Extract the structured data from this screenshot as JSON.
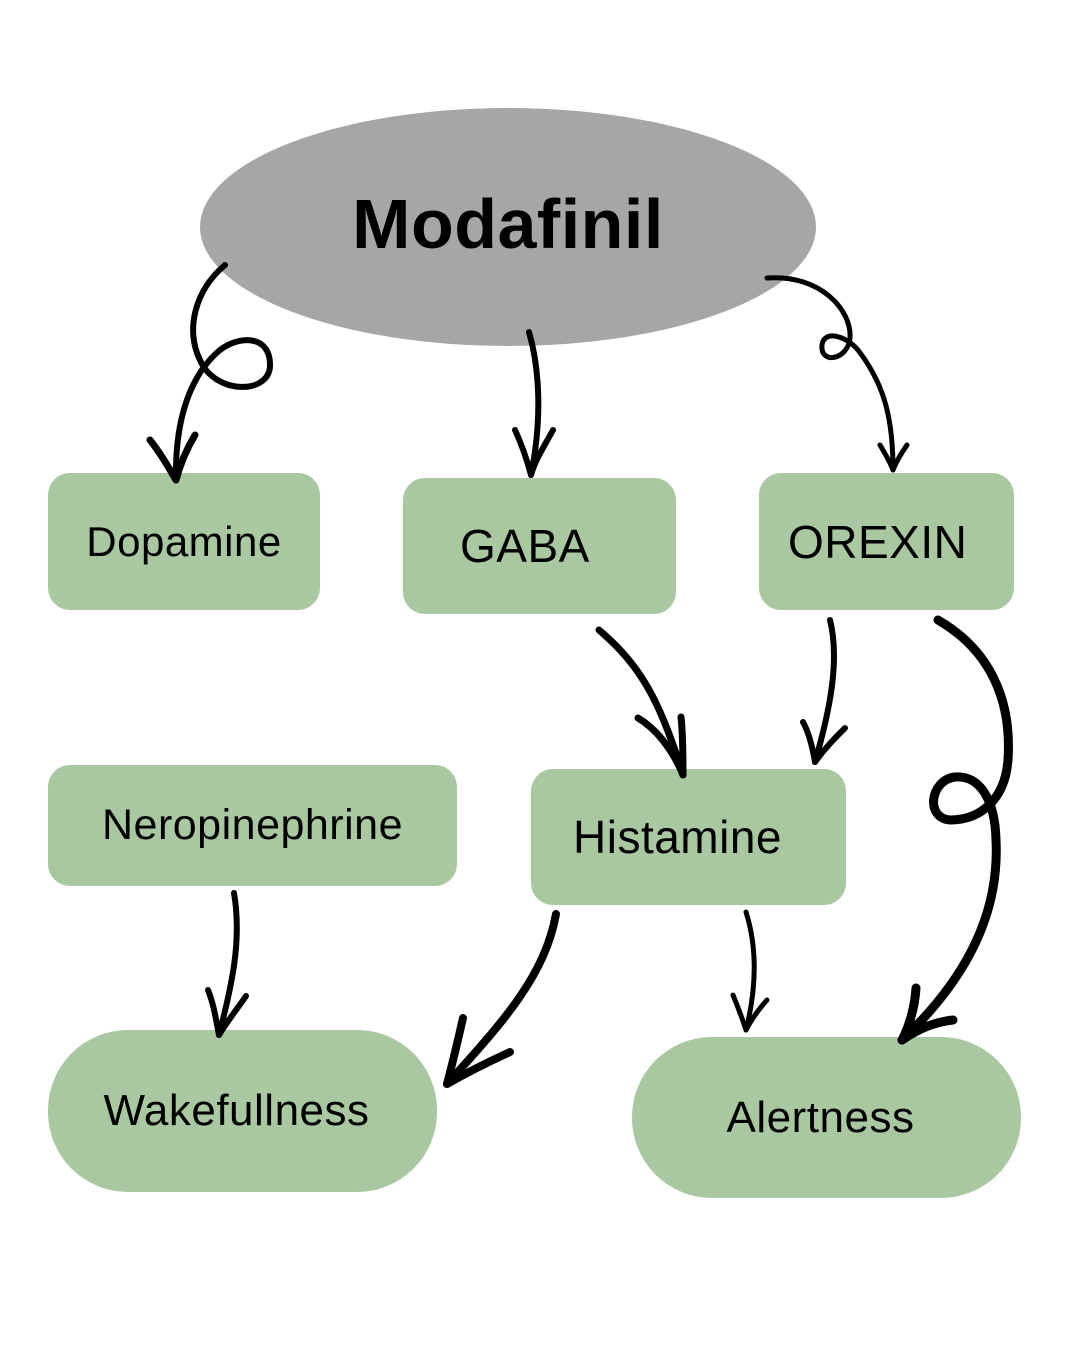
{
  "diagram": {
    "root": {
      "id": "modafinil",
      "label": "Modafinil",
      "color": "#a6a6a6"
    },
    "node_color": "#a9c7a1",
    "nodes": [
      {
        "id": "dopamine",
        "label": "Dopamine",
        "shape": "rounded-rect"
      },
      {
        "id": "gaba",
        "label": "GABA",
        "shape": "rounded-rect"
      },
      {
        "id": "orexin",
        "label": "OREXIN",
        "shape": "rounded-rect"
      },
      {
        "id": "neropinephrine",
        "label": "Neropinephrine",
        "shape": "rounded-rect"
      },
      {
        "id": "histamine",
        "label": "Histamine",
        "shape": "rounded-rect"
      },
      {
        "id": "wakefullness",
        "label": "Wakefullness",
        "shape": "pill"
      },
      {
        "id": "alertness",
        "label": "Alertness",
        "shape": "pill"
      }
    ],
    "edges": [
      {
        "from": "modafinil",
        "to": "dopamine"
      },
      {
        "from": "modafinil",
        "to": "gaba"
      },
      {
        "from": "modafinil",
        "to": "orexin"
      },
      {
        "from": "gaba",
        "to": "histamine"
      },
      {
        "from": "orexin",
        "to": "histamine"
      },
      {
        "from": "orexin",
        "to": "alertness"
      },
      {
        "from": "neropinephrine",
        "to": "wakefullness"
      },
      {
        "from": "histamine",
        "to": "wakefullness"
      },
      {
        "from": "histamine",
        "to": "alertness"
      }
    ],
    "arrow_color": "#000000"
  }
}
